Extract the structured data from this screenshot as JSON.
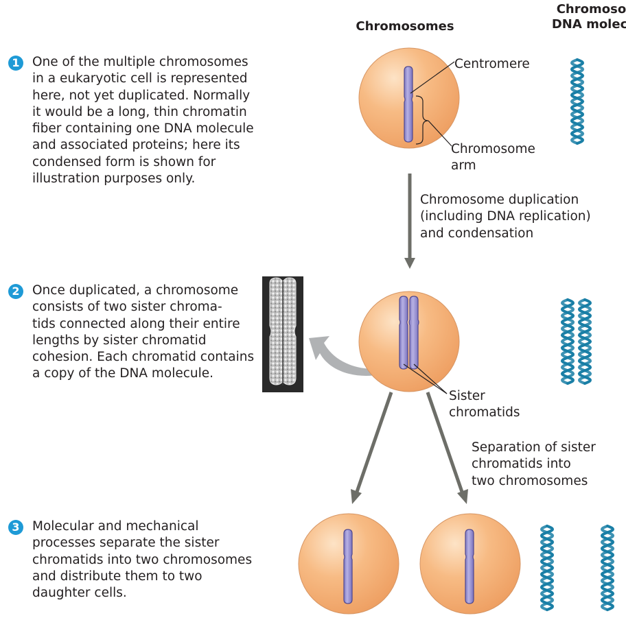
{
  "headers": {
    "chromosomes": "Chromosomes",
    "dna_molecules_line1": "Chromosomal",
    "dna_molecules_line2": "DNA molecules"
  },
  "steps": [
    {
      "number": "1",
      "text": "One of the multiple chromosomes\nin a eukaryotic cell is represented\nhere, not yet duplicated. Normally\nit would be a long, thin chromatin\nfiber containing one DNA molecule\nand associated proteins; here its\ncondensed form is shown for\nillustration purposes only."
    },
    {
      "number": "2",
      "text": "Once duplicated, a chromosome\nconsists of two sister chroma-\ntids connected along their entire\nlengths by sister chromatid\ncohesion. Each chromatid contains\na copy of the DNA molecule."
    },
    {
      "number": "3",
      "text": "Molecular and mechanical\nprocesses separate the sister\nchromatids into two chromosomes\nand distribute them to two\ndaughter cells."
    }
  ],
  "labels": {
    "centromere": "Centromere",
    "chromosome_arm": "Chromosome\narm",
    "duplication": "Chromosome duplication\n(including DNA replication)\nand condensation",
    "sister_chromatids": "Sister\nchromatids",
    "separation": "Separation of sister\nchromatids into\ntwo chromosomes"
  },
  "colors": {
    "badge": "#1e9ad6",
    "cell": "#f4b27a",
    "chromosome": "#8a83c9",
    "dna": "#1a7fa6",
    "arrow": "#6d6e68",
    "curved_arrow": "#b0b2b4"
  }
}
